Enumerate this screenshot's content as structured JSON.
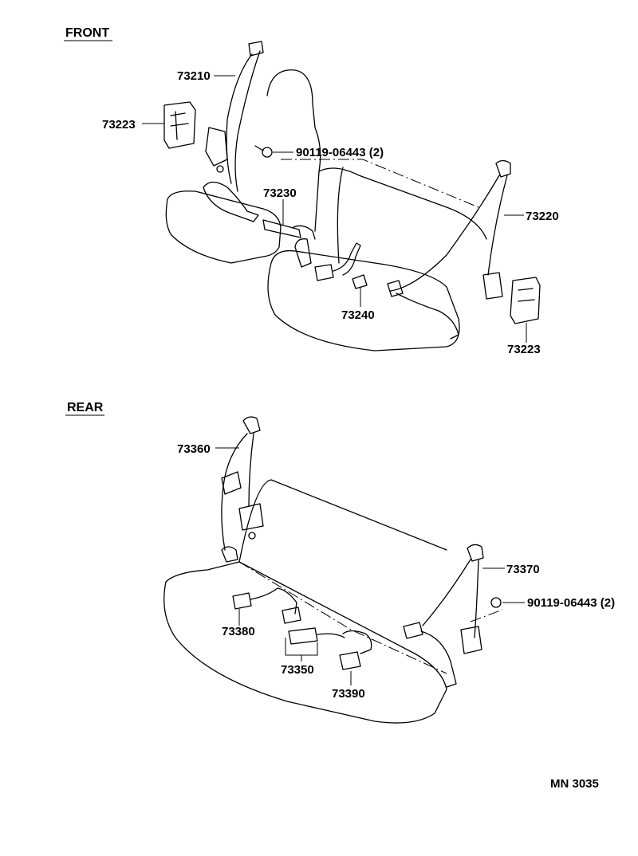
{
  "sections": {
    "front": "FRONT",
    "rear": "REAR"
  },
  "parts": {
    "p73210": "73210",
    "p73223a": "73223",
    "p90119a": "90119-06443 (2)",
    "p73230": "73230",
    "p73220": "73220",
    "p73240": "73240",
    "p73223b": "73223",
    "p73360": "73360",
    "p73370": "73370",
    "p90119b": "90119-06443 (2)",
    "p73380": "73380",
    "p73350": "73350",
    "p73390": "73390"
  },
  "footer": {
    "code": "MN  3035"
  }
}
